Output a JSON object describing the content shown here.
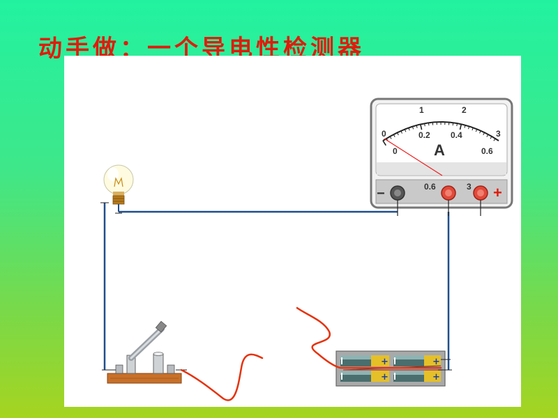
{
  "title": "动手做：一个导电性检测器",
  "ammeter": {
    "unit": "A",
    "scale_top": [
      "0",
      "1",
      "2",
      "3"
    ],
    "scale_bottom": [
      "0",
      "0.2",
      "0.4",
      "0.6"
    ],
    "terminal_minus": "−",
    "terminal_06": "0.6",
    "terminal_3": "3",
    "terminal_plus": "+"
  },
  "colors": {
    "title": "#e11b0c",
    "wire": "#1f4e8c",
    "probe": "#e5330e",
    "needle": "#ee2222"
  }
}
